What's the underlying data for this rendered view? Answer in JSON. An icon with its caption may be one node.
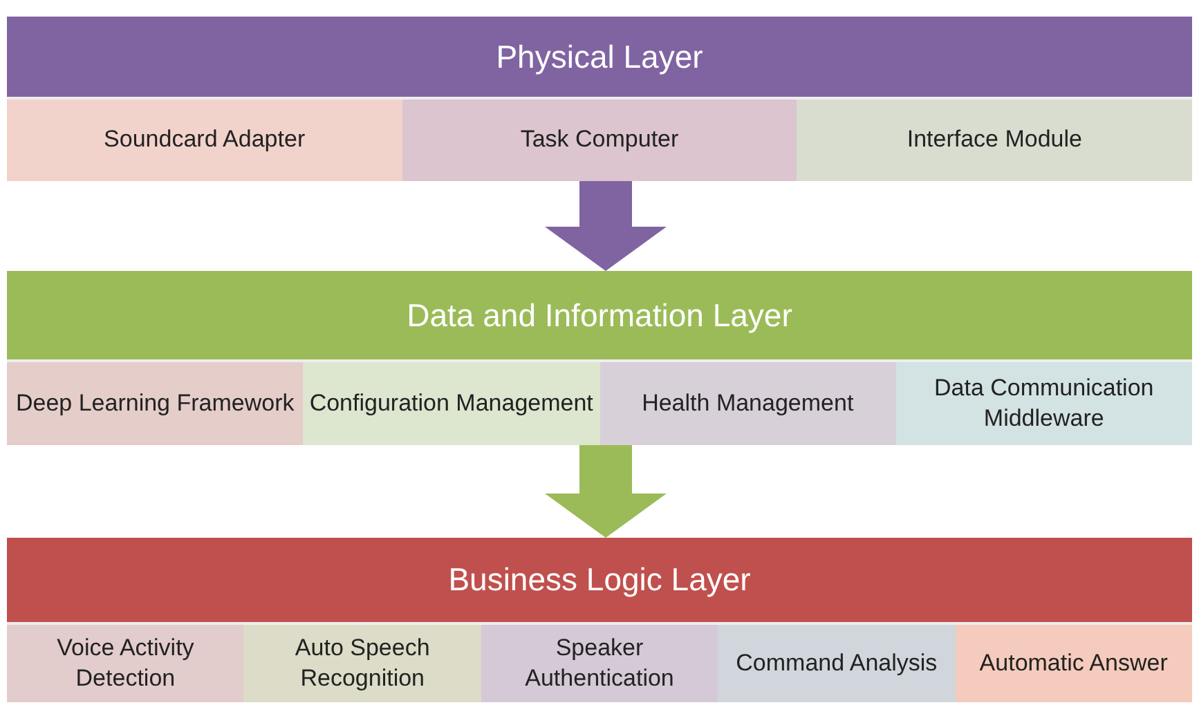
{
  "diagram": {
    "nodes": [
      {
        "text": [
          "Physical Layer"
        ]
      },
      {
        "text": [
          "Soundcard Adapter"
        ],
        "in": 0
      },
      {
        "text": [
          "Task Computer"
        ],
        "in": 0
      },
      {
        "text": [
          "Interface Module"
        ],
        "in": 0
      },
      {
        "text": [
          "Data and Information Layer"
        ]
      },
      {
        "text": [
          "Deep Learning Framework"
        ],
        "in": 4
      },
      {
        "text": [
          "Configuration Management"
        ],
        "in": 4
      },
      {
        "text": [
          "Health Management"
        ],
        "in": 4
      },
      {
        "text": [
          "Data Communication Middleware"
        ],
        "in": 4
      },
      {
        "text": [
          "Business Logic Layer"
        ]
      },
      {
        "text": [
          "Voice Activity Detection"
        ],
        "in": 9
      },
      {
        "text": [
          "Auto Speech Recognition"
        ],
        "in": 9
      },
      {
        "text": [
          "Speaker Authentication"
        ],
        "in": 9
      },
      {
        "text": [
          "Command Analysis"
        ],
        "in": 9
      },
      {
        "text": [
          "Automatic Answer"
        ],
        "in": 9
      }
    ],
    "edges": [
      {
        "from": 0,
        "to": 4,
        "arrow": "to",
        "color": "#8064a2"
      },
      {
        "from": 4,
        "to": 9,
        "arrow": "to",
        "color": "#9bbb59"
      }
    ]
  }
}
